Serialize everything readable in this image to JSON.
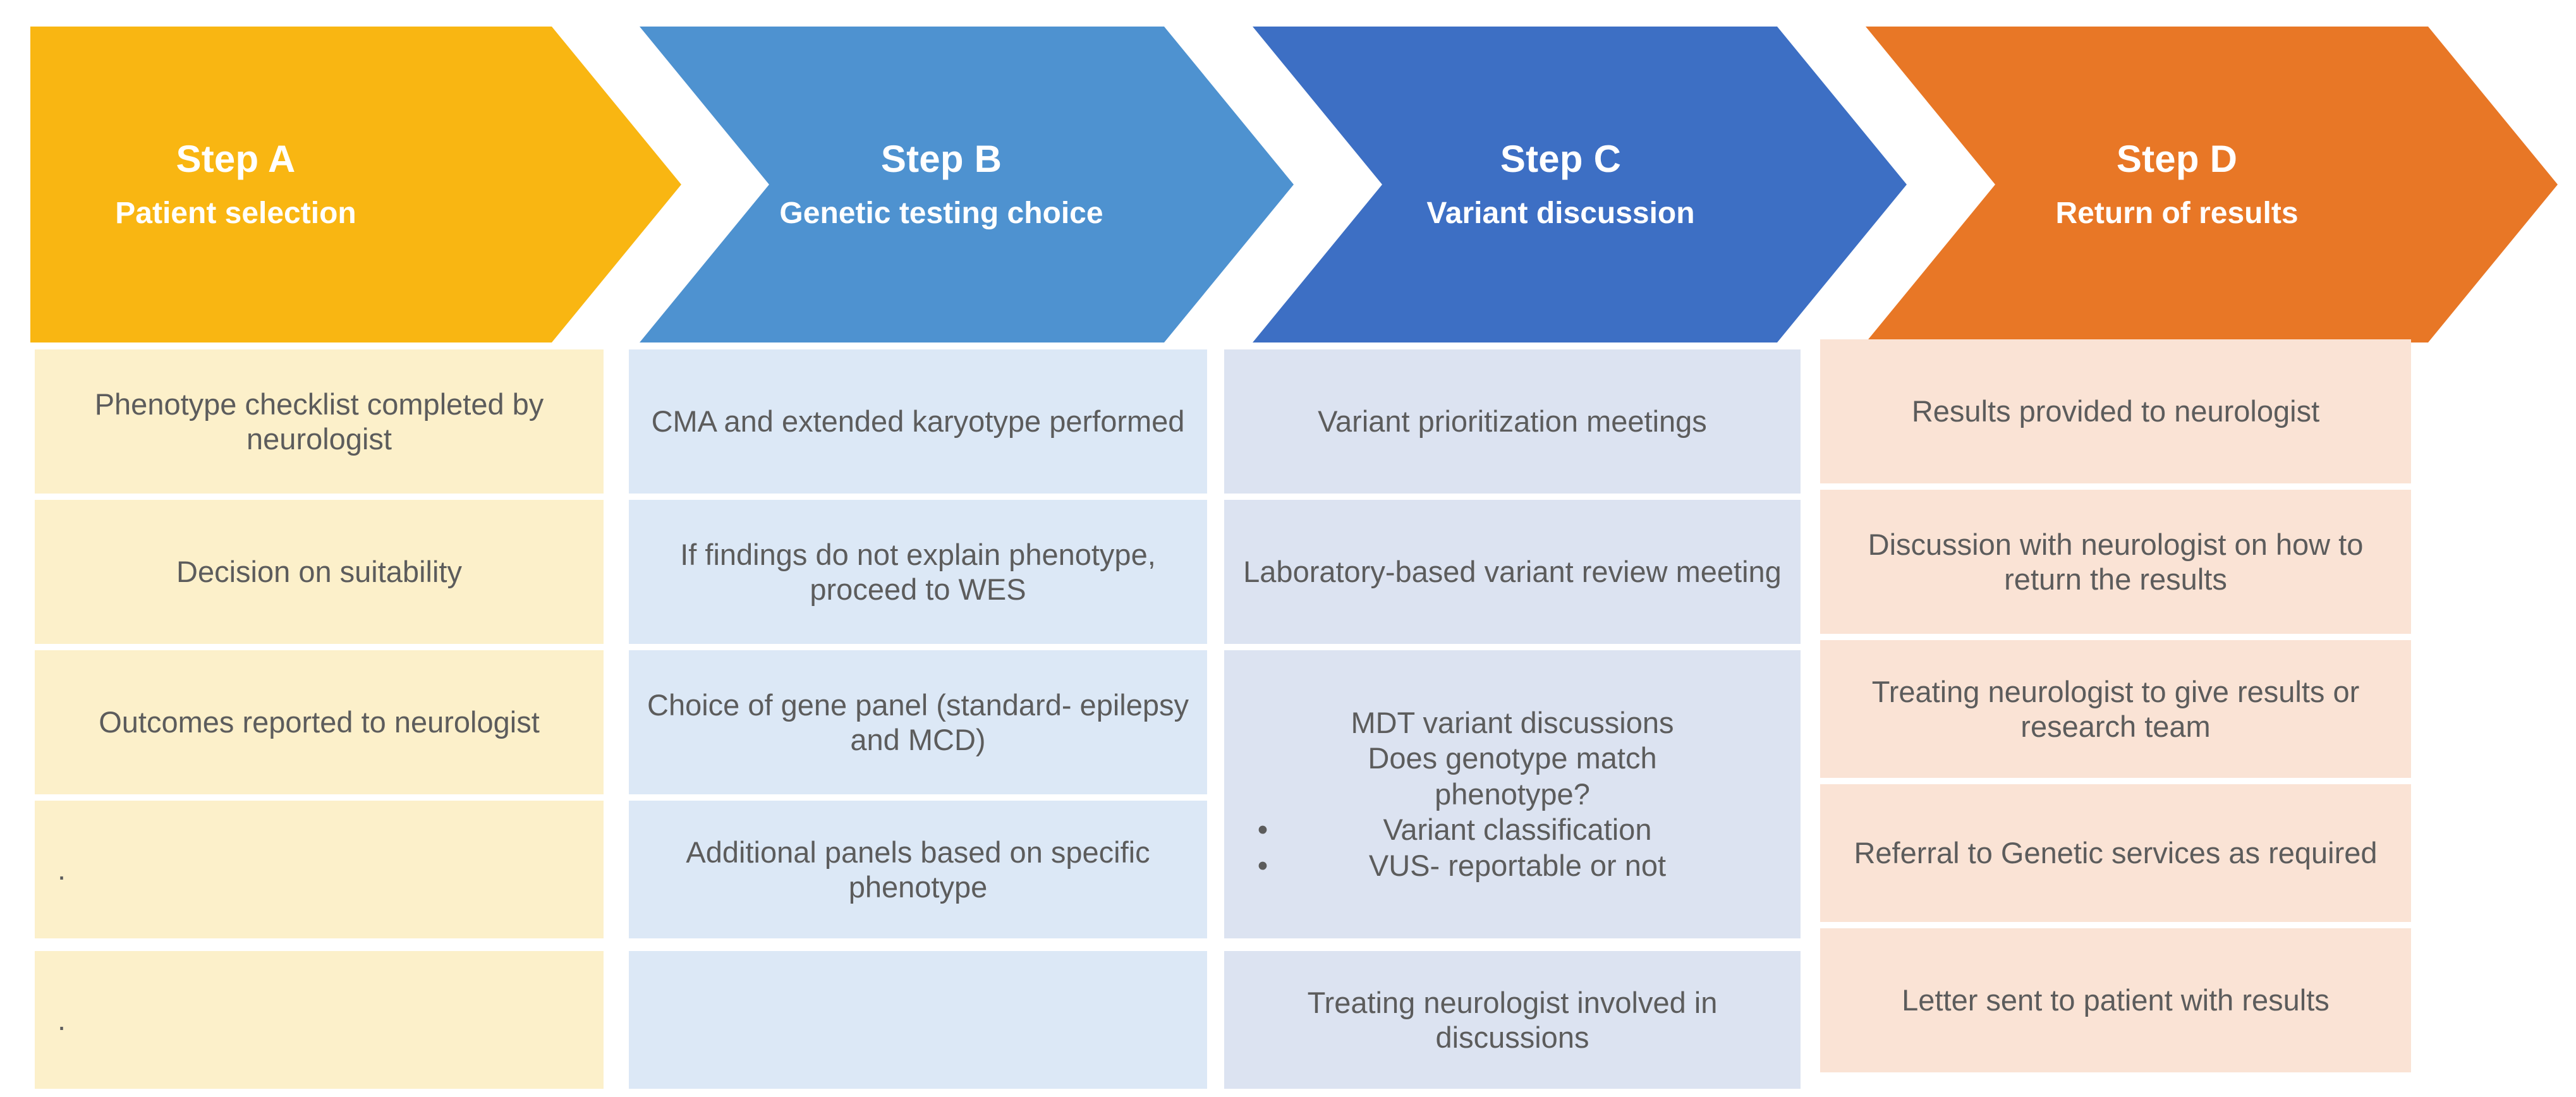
{
  "steps": [
    {
      "title": "Step A",
      "subtitle": "Patient selection",
      "color": "#F9B612"
    },
    {
      "title": "Step B",
      "subtitle": "Genetic testing choice",
      "color": "#4E92D0"
    },
    {
      "title": "Step C",
      "subtitle": "Variant discussion",
      "color": "#3D6FC4"
    },
    {
      "title": "Step D",
      "subtitle": "Return of results",
      "color": "#E87726"
    }
  ],
  "columns": {
    "a": {
      "fill": "#FCF0CA",
      "cells": [
        "Phenotype checklist completed by neurologist",
        "Decision on suitability",
        "Outcomes reported to neurologist",
        ".",
        "."
      ]
    },
    "b": {
      "fill": "#DCE8F6",
      "cells": [
        "CMA and extended karyotype performed",
        "If findings do not explain phenotype, proceed to WES",
        "Choice of gene panel (standard- epilepsy and MCD)",
        "Additional panels based on specific phenotype",
        ""
      ]
    },
    "c": {
      "fill": "#DCE3F1",
      "cells": [
        "Variant prioritization meetings",
        "Laboratory-based variant review meeting",
        "Treating neurologist involved in discussions"
      ],
      "mdt": {
        "lead_line1": "MDT variant discussions",
        "lead_line2": "Does genotype match",
        "lead_line3": "phenotype?",
        "bullet_char": "•",
        "bullets": [
          "Variant classification",
          "VUS- reportable or not"
        ]
      }
    },
    "d": {
      "fill": "#FAE3D5",
      "cells": [
        "Results provided to neurologist",
        "Discussion with neurologist on how to return the results",
        "Treating neurologist to give results or research team",
        "Referral to Genetic services as required",
        "Letter sent to patient with results"
      ]
    }
  }
}
